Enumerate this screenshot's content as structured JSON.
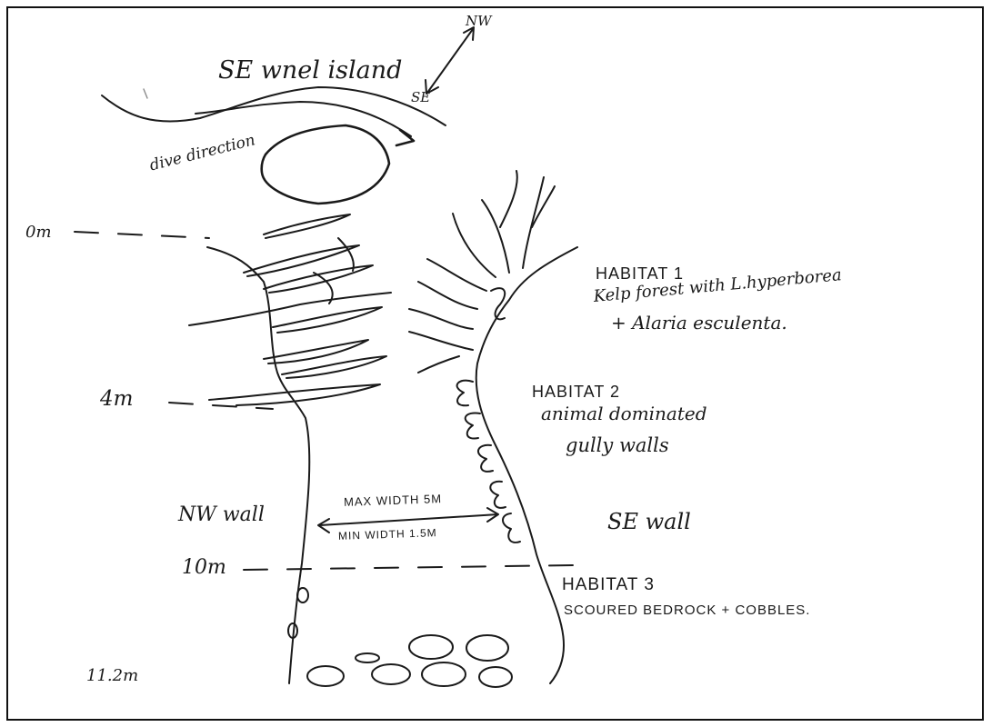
{
  "island_label": "SE wnel island",
  "compass": {
    "north": "NW",
    "south": "SE"
  },
  "dive_direction": "dive direction",
  "depths": [
    "0m",
    "4m",
    "10m",
    "11.2m"
  ],
  "walls": {
    "left": "NW wall",
    "right": "SE wall"
  },
  "width": {
    "max": "MAX WIDTH 5M",
    "min": "MIN WIDTH 1.5M"
  },
  "habitats": [
    {
      "title": "HABITAT 1",
      "line1": "Kelp forest with L.hyperborea",
      "line2": "+ Alaria esculenta."
    },
    {
      "title": "HABITAT 2",
      "line1": "animal dominated",
      "line2": "gully walls"
    },
    {
      "title": "HABITAT 3",
      "line1": "SCOURED BEDROCK + COBBLES.",
      "line2": ""
    }
  ]
}
